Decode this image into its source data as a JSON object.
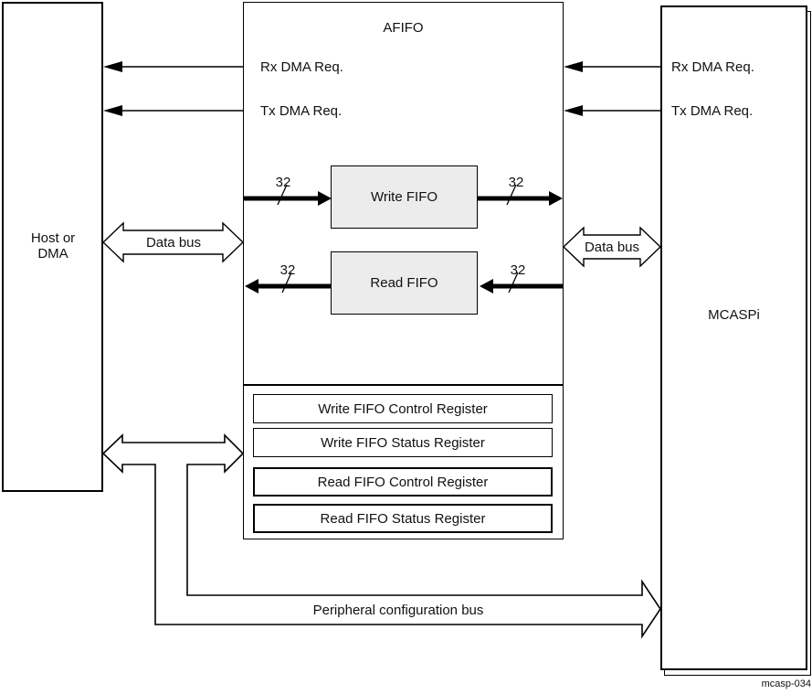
{
  "figure": {
    "id": "mcasp-034",
    "afifo": {
      "title": "AFIFO",
      "rx_dma": "Rx DMA Req.",
      "tx_dma": "Tx DMA Req.",
      "write_fifo": "Write FIFO",
      "read_fifo": "Read FIFO",
      "bus_width": "32",
      "registers": [
        "Write FIFO Control Register",
        "Write FIFO Status Register",
        "Read FIFO Control Register",
        "Read FIFO Status Register"
      ]
    },
    "host": {
      "label": "Host or DMA"
    },
    "mcasp": {
      "label": "MCASPi",
      "rx_dma": "Rx DMA Req.",
      "tx_dma": "Tx DMA Req."
    },
    "buses": {
      "data_bus_left": "Data bus",
      "data_bus_right": "Data bus",
      "peripheral": "Peripheral configuration bus"
    },
    "colors": {
      "line": "#000000",
      "fifo_fill": "#ececec",
      "background": "#ffffff"
    }
  }
}
